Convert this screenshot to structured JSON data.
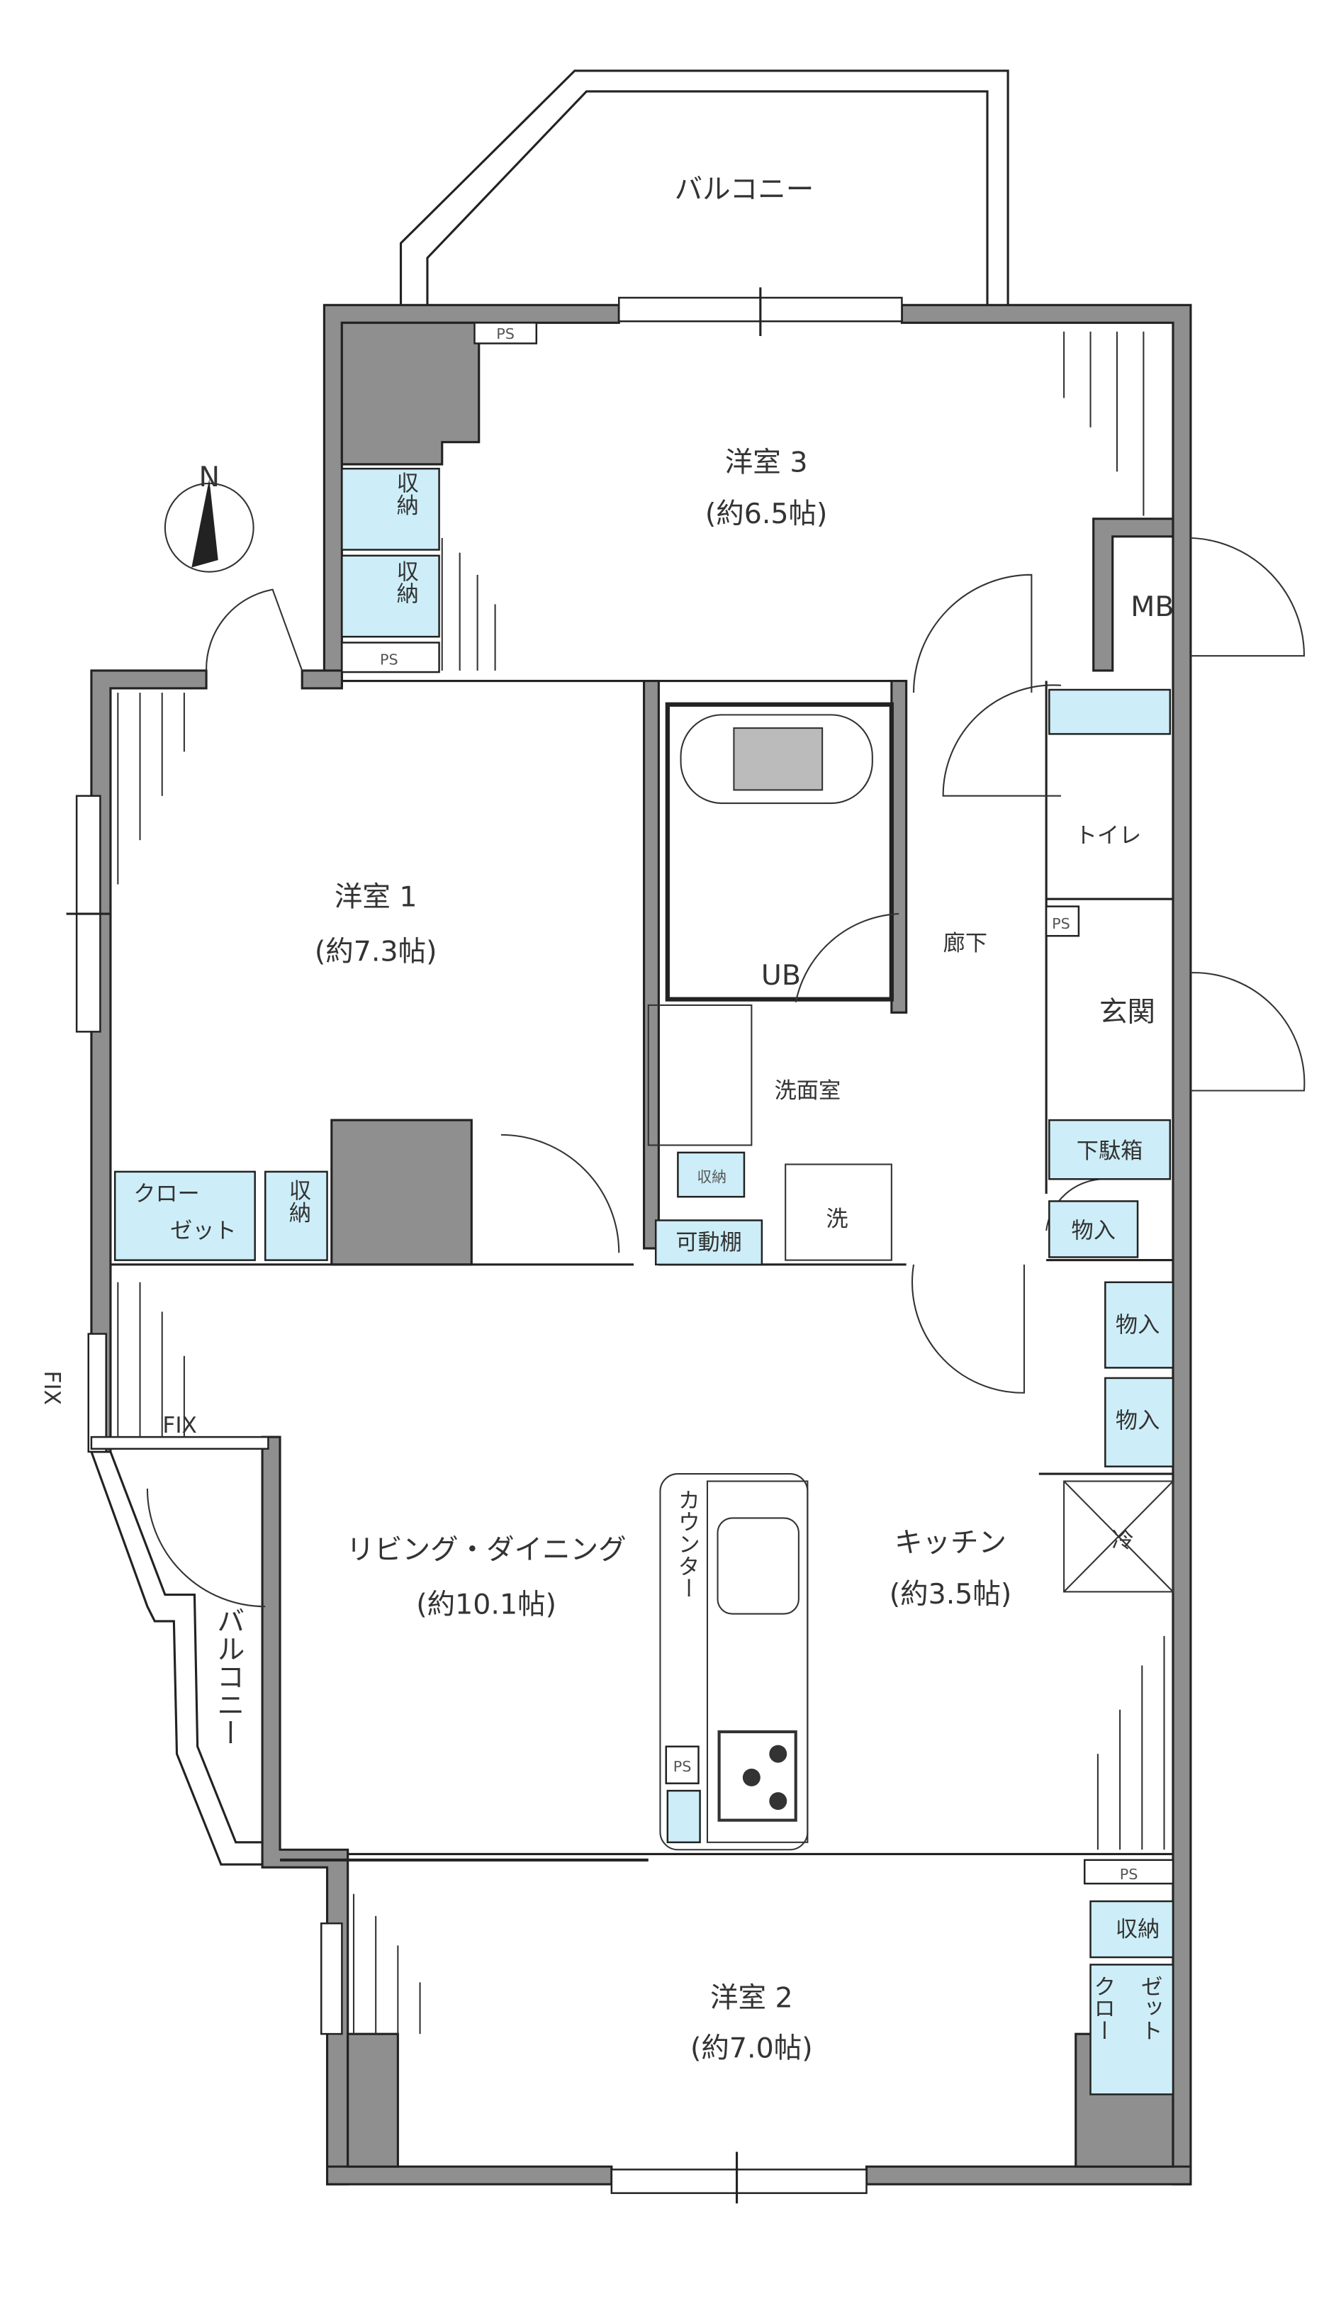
{
  "plan": {
    "balcony_top": "バルコニー",
    "balcony_left": "バルコニー",
    "rooms": {
      "room3": {
        "name": "洋室 3",
        "size": "(約6.5帖)"
      },
      "room1": {
        "name": "洋室 1",
        "size": "(約7.3帖)"
      },
      "room2": {
        "name": "洋室 2",
        "size": "(約7.0帖)"
      },
      "living": {
        "name": "リビング・ダイニング",
        "size": "(約10.1帖)"
      },
      "kitchen": {
        "name": "キッチン",
        "size": "(約3.5帖)"
      }
    },
    "labels": {
      "ub": "UB",
      "hallway": "廊下",
      "toilet": "トイレ",
      "entrance": "玄関",
      "shoe_box": "下駄箱",
      "washroom": "洗面室",
      "washer": "洗",
      "adjustable_shelf": "可動棚",
      "storage": "収納",
      "closet_top": "クロー",
      "closet_bottom": "ゼット",
      "closet_vertical_1": "クロー",
      "closet_vertical_2": "ゼット",
      "mono_ire": "物入",
      "counter": "カウンター",
      "fridge": "冷",
      "mb": "MB",
      "ps": "PS",
      "fix": "FIX",
      "north": "N"
    }
  },
  "colors": {
    "wall": "#8f8f8f",
    "storage": "#cdeef8",
    "line": "#222222"
  }
}
